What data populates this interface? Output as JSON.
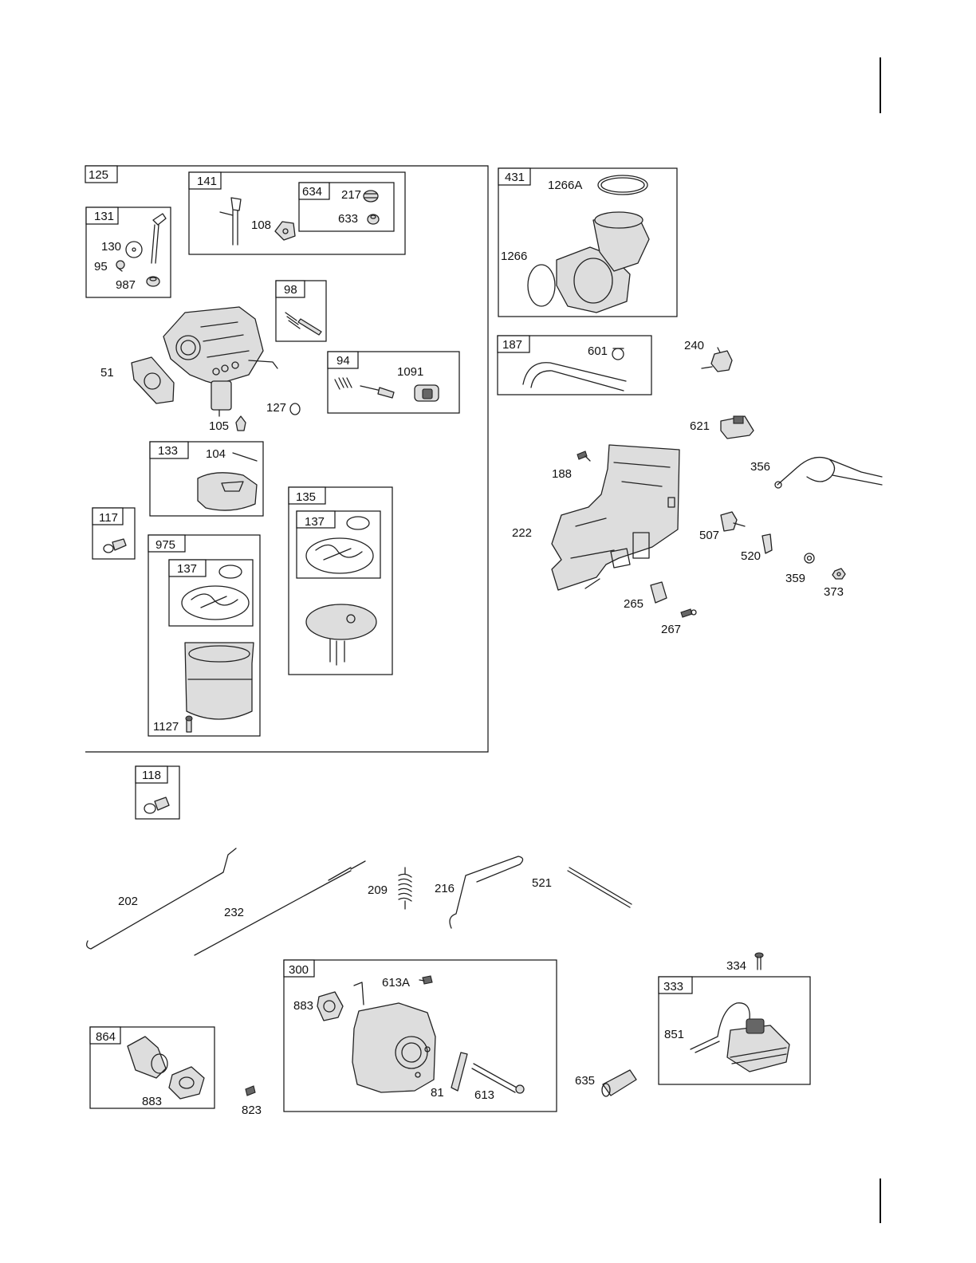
{
  "groups": {
    "g125": "125",
    "g141": "141",
    "g634": "634",
    "g131": "131",
    "g98": "98",
    "g94": "94",
    "g133": "133",
    "g117": "117",
    "g975": "975",
    "g137a": "137",
    "g135": "135",
    "g137b": "137",
    "g431": "431",
    "g187": "187",
    "g118": "118",
    "g300": "300",
    "g864": "864",
    "g333": "333"
  },
  "parts": {
    "p217": "217",
    "p633": "633",
    "p108": "108",
    "p130": "130",
    "p95": "95",
    "p987": "987",
    "p51": "51",
    "p127": "127",
    "p105": "105",
    "p1091": "1091",
    "p104": "104",
    "p1127": "1127",
    "p1266A": "1266A",
    "p1266": "1266",
    "p601": "601",
    "p240": "240",
    "p621": "621",
    "p188": "188",
    "p356": "356",
    "p222": "222",
    "p507": "507",
    "p520": "520",
    "p359": "359",
    "p373": "373",
    "p265": "265",
    "p267": "267",
    "p202": "202",
    "p232": "232",
    "p209": "209",
    "p216": "216",
    "p521": "521",
    "p613A": "613A",
    "p883a": "883",
    "p81": "81",
    "p613": "613",
    "p883b": "883",
    "p823": "823",
    "p635": "635",
    "p334": "334",
    "p851": "851"
  }
}
